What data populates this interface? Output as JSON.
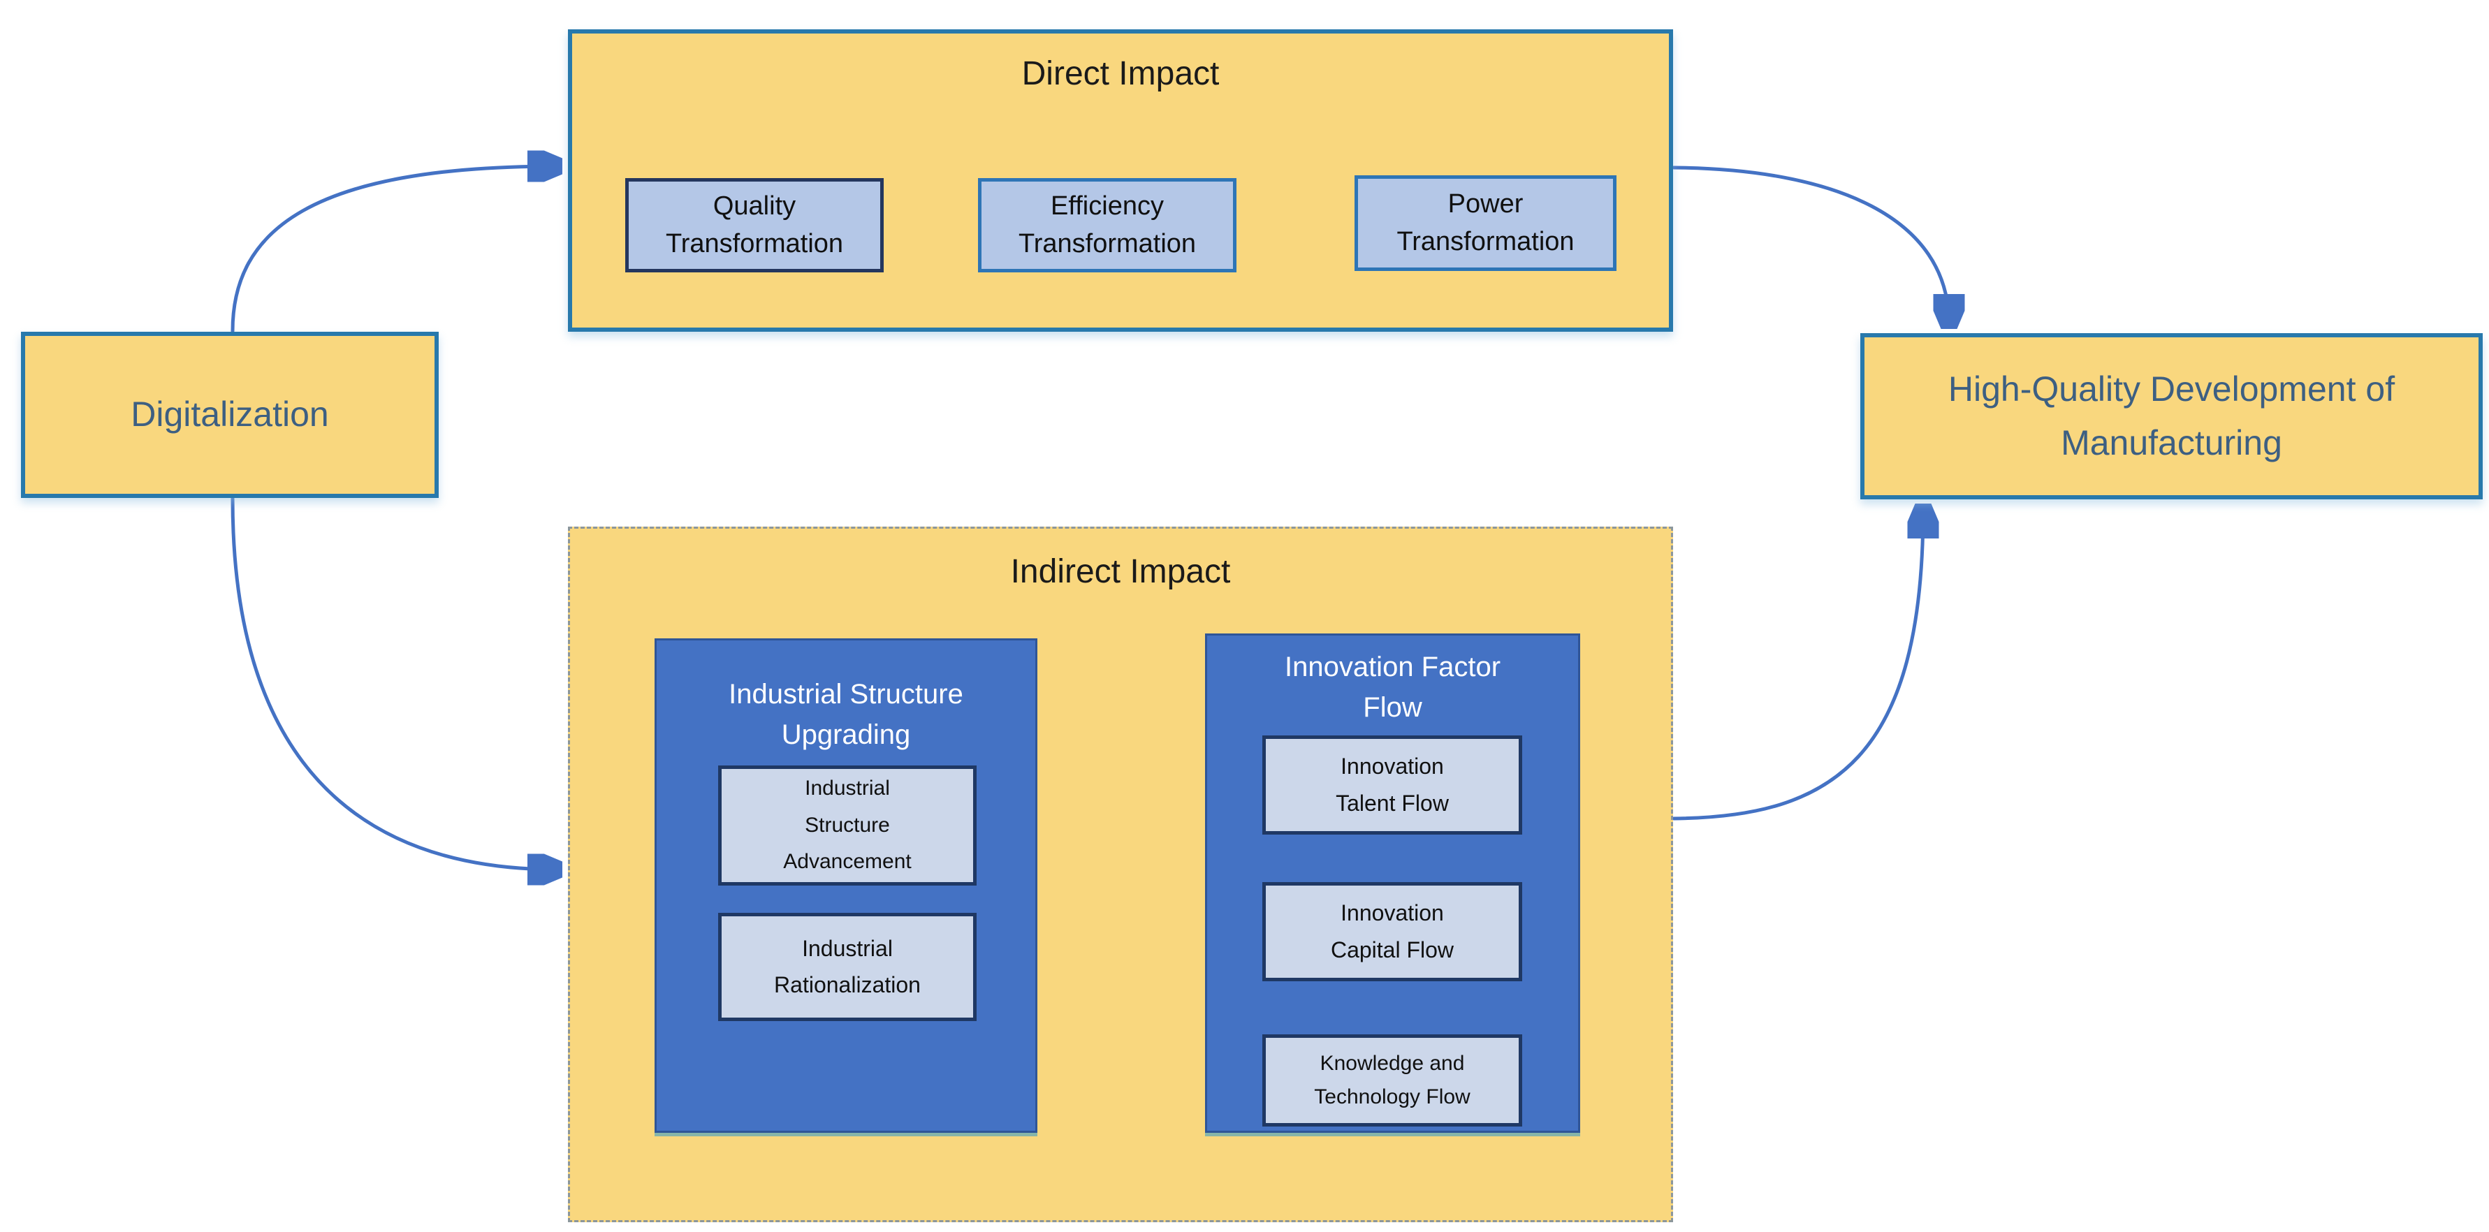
{
  "digitalization": {
    "label": "Digitalization"
  },
  "direct_impact": {
    "title": "Direct Impact",
    "items": [
      {
        "label": "Quality\nTransformation"
      },
      {
        "label": "Efficiency\nTransformation"
      },
      {
        "label": "Power\nTransformation"
      }
    ]
  },
  "indirect_impact": {
    "title": "Indirect Impact",
    "groups": [
      {
        "title": "Industrial Structure\nUpgrading",
        "items": [
          {
            "label": "Industrial\nStructure\nAdvancement"
          },
          {
            "label": "Industrial\nRationalization"
          }
        ]
      },
      {
        "title": "Innovation Factor\nFlow",
        "items": [
          {
            "label": "Innovation\nTalent Flow"
          },
          {
            "label": "Innovation\nCapital Flow"
          },
          {
            "label": "Knowledge and\nTechnology Flow"
          }
        ]
      }
    ]
  },
  "outcome": {
    "label": "High-Quality Development of\nManufacturing"
  },
  "colors": {
    "container_fill": "#F9D77E",
    "container_border": "#2879AC",
    "dashed_border": "#8C979C",
    "dark_box_fill": "#4472C4",
    "dark_box_border": "#2F5597",
    "light_box_fill": "#B4C7E7",
    "inner_box_fill": "#CCD7EA",
    "inner_box_border": "#1F3864",
    "quality_box_border": "#24365E",
    "blue_box_border": "#2E75B6",
    "arrow": "#4472C4",
    "node_text": "#3D5F82",
    "title_text": "#1A1A1A"
  }
}
